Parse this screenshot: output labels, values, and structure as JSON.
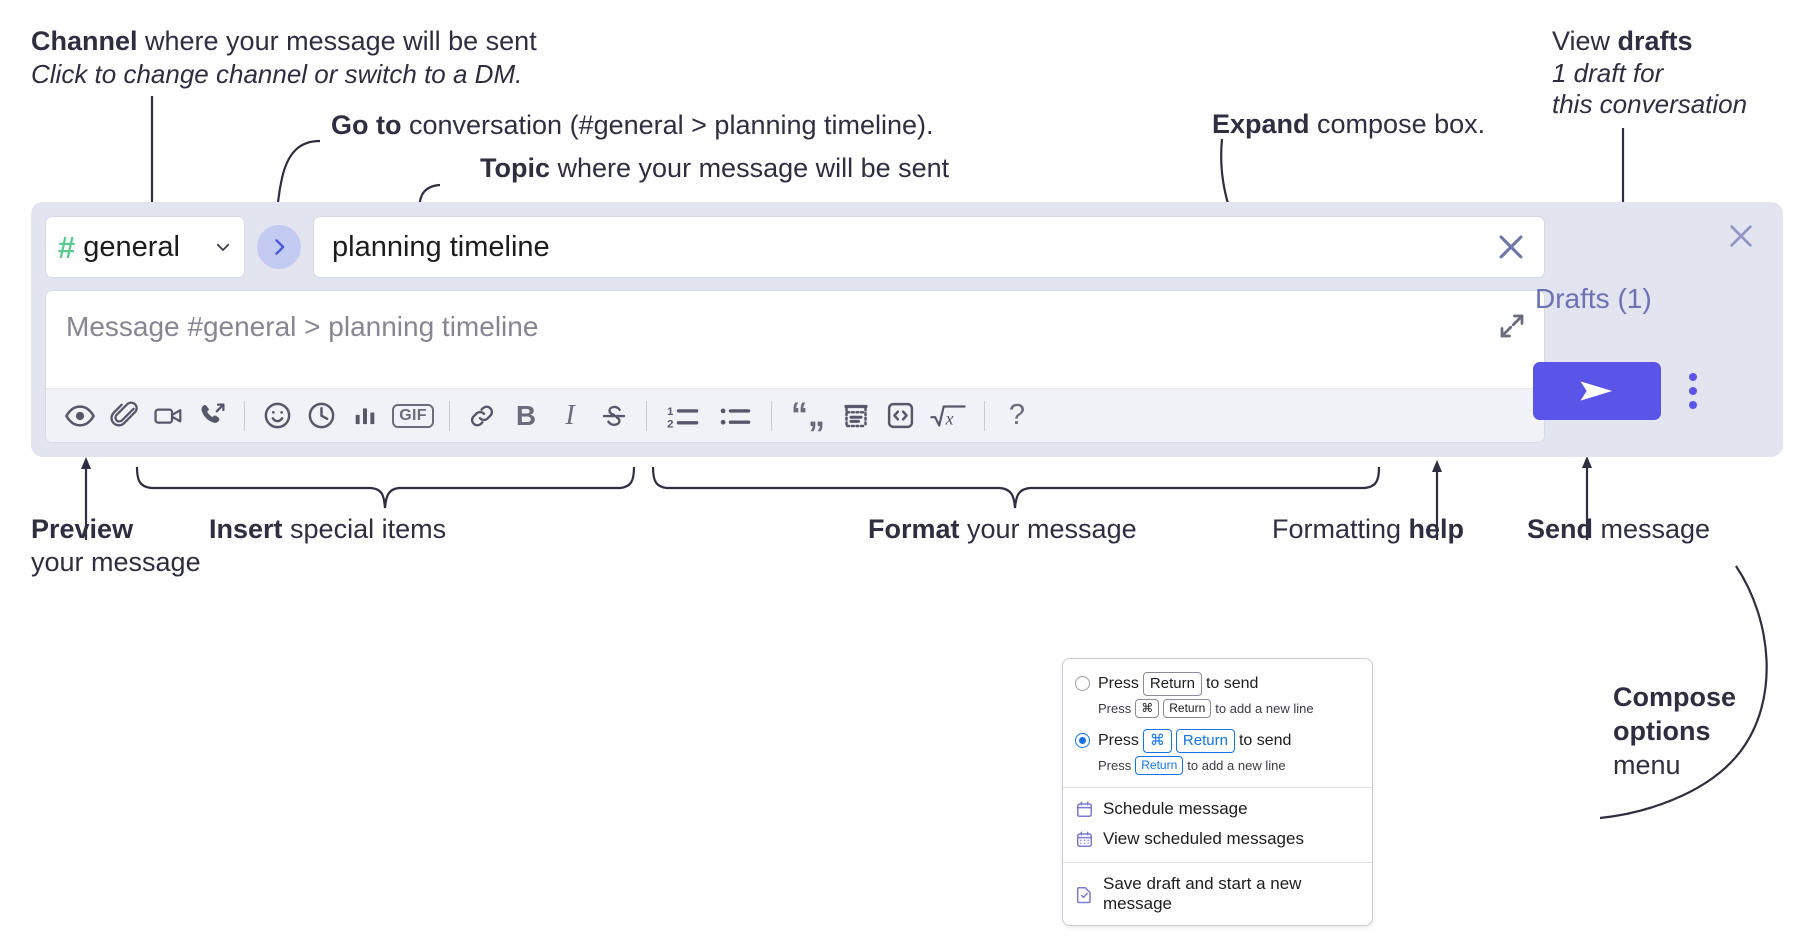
{
  "annotations": {
    "channel": {
      "bold": "Channel",
      "rest": " where your message will be sent",
      "sub": "Click to change channel or switch to a DM."
    },
    "goto": {
      "bold": "Go to",
      "rest": " conversation (#general > planning timeline)."
    },
    "topic": {
      "bold": "Topic",
      "rest": " where your message will be sent"
    },
    "expand": {
      "bold": "Expand",
      "rest": " compose box."
    },
    "drafts": {
      "plain": "View ",
      "bold": "drafts",
      "sub1": "1 draft for",
      "sub2": "this conversation"
    },
    "preview": {
      "bold": "Preview",
      "line2": "your message"
    },
    "insert": {
      "bold": "Insert",
      "rest": " special items"
    },
    "format": {
      "bold": "Format",
      "rest": " your message"
    },
    "help": {
      "plain": "Formatting ",
      "bold": "help"
    },
    "send": {
      "bold": "Send",
      "rest": " message"
    },
    "compose_options": {
      "bold1": "Compose",
      "bold2": "options",
      "plain": "menu"
    }
  },
  "compose": {
    "channel": {
      "hash": "#",
      "name": "general",
      "chevron_icon": "chevron-down-icon"
    },
    "goto_button": {
      "icon": "chevron-right-icon"
    },
    "topic": {
      "value": "planning timeline",
      "clear_icon": "close-icon"
    },
    "editor": {
      "placeholder": "Message #general > planning timeline",
      "expand_icon": "expand-icon"
    },
    "toolbar": [
      {
        "name": "preview-icon",
        "label": "Preview"
      },
      {
        "name": "attachment-icon",
        "label": "Attach file"
      },
      {
        "name": "video-icon",
        "label": "Record video clip"
      },
      {
        "name": "huddle-icon",
        "label": "Audio clip"
      },
      {
        "name": "divider",
        "label": ""
      },
      {
        "name": "emoji-icon",
        "label": "Emoji"
      },
      {
        "name": "reminder-icon",
        "label": "Schedule"
      },
      {
        "name": "poll-icon",
        "label": "Poll"
      },
      {
        "name": "gif-icon",
        "label": "GIF"
      },
      {
        "name": "divider",
        "label": ""
      },
      {
        "name": "link-icon",
        "label": "Link"
      },
      {
        "name": "bold-icon",
        "label": "B"
      },
      {
        "name": "italic-icon",
        "label": "I"
      },
      {
        "name": "strikethrough-icon",
        "label": "S"
      },
      {
        "name": "divider",
        "label": ""
      },
      {
        "name": "ordered-list-icon",
        "label": "Ordered list"
      },
      {
        "name": "bulleted-list-icon",
        "label": "Bulleted list"
      },
      {
        "name": "divider",
        "label": ""
      },
      {
        "name": "blockquote-icon",
        "label": "Blockquote"
      },
      {
        "name": "code-block-icon",
        "label": "Code block"
      },
      {
        "name": "code-icon",
        "label": "Code"
      },
      {
        "name": "math-icon",
        "label": "Math"
      },
      {
        "name": "divider",
        "label": ""
      },
      {
        "name": "help-icon",
        "label": "?"
      }
    ],
    "right": {
      "close_icon": "close-icon",
      "drafts_label": "Drafts (1)",
      "send_icon": "send-icon",
      "kebab_icon": "more-options-icon"
    }
  },
  "options_menu": {
    "radio_options": [
      {
        "selected": false,
        "line": {
          "pre": "Press",
          "key": "Return",
          "post": "to send"
        },
        "sub": {
          "pre": "Press",
          "key1": "⌘",
          "key2": "Return",
          "post": "to add a new line"
        }
      },
      {
        "selected": true,
        "line": {
          "pre": "Press",
          "key1": "⌘",
          "key2": "Return",
          "post": "to send"
        },
        "sub": {
          "pre": "Press",
          "key": "Return",
          "post": "to add a new line"
        }
      }
    ],
    "items": [
      {
        "icon": "calendar-clock-icon",
        "label": "Schedule message"
      },
      {
        "icon": "calendar-grid-icon",
        "label": "View scheduled messages"
      },
      {
        "icon": "save-draft-icon",
        "label": "Save draft and start a new message",
        "separated": true
      }
    ]
  },
  "colors": {
    "panel_bg": "#e2e4f0",
    "accent": "#5b54e8",
    "hash_green": "#5cc990",
    "drafts_text": "#6d72b5",
    "radio_blue": "#1473e6",
    "menu_icon": "#7b7ad1"
  }
}
